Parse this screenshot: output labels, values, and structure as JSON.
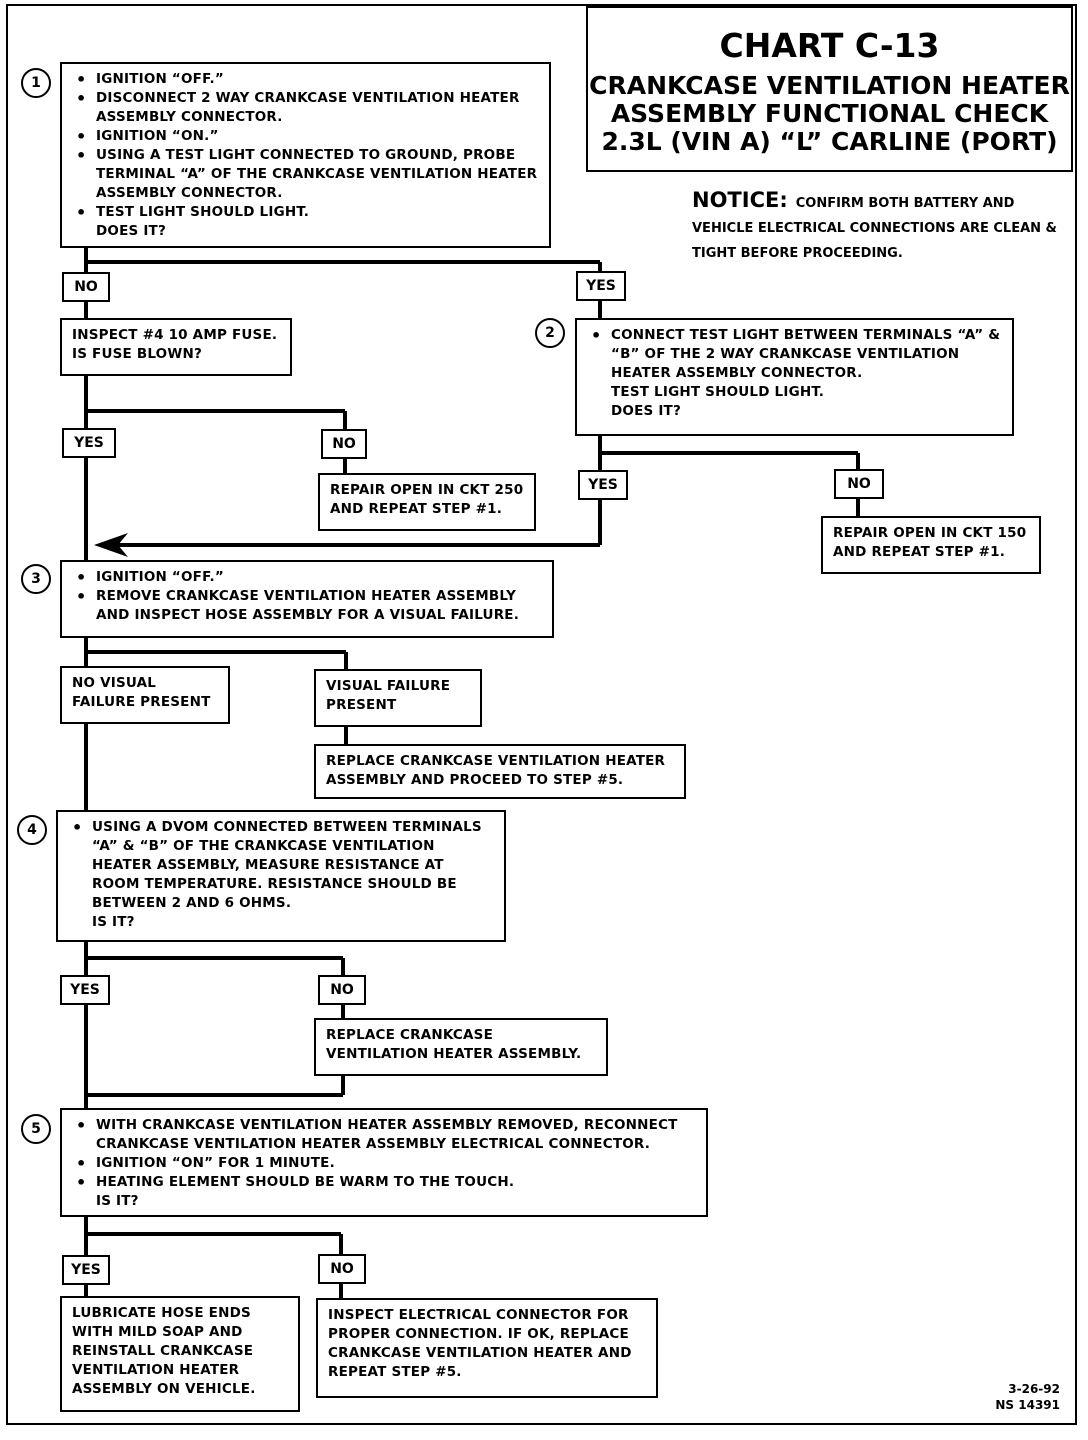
{
  "title": "CHART C-13",
  "subtitle": [
    "CRANKCASE VENTILATION HEATER",
    "ASSEMBLY  FUNCTIONAL CHECK",
    "2.3L (VIN A) “L” CARLINE (PORT)"
  ],
  "notice": {
    "heading": "NOTICE:",
    "text": "CONFIRM BOTH BATTERY AND VEHICLE ELECTRICAL CONNECTIONS ARE CLEAN & TIGHT BEFORE PROCEEDING."
  },
  "steps": {
    "s1": {
      "number": "1",
      "items": [
        "IGNITION “OFF.”",
        "DISCONNECT 2 WAY CRANKCASE VENTILATION HEATER ASSEMBLY CONNECTOR.",
        "IGNITION “ON.”",
        "USING A TEST LIGHT CONNECTED TO GROUND, PROBE TERMINAL “A” OF THE CRANKCASE VENTILATION HEATER ASSEMBLY CONNECTOR.",
        "TEST LIGHT SHOULD LIGHT."
      ],
      "question": "DOES IT?"
    },
    "s2": {
      "number": "2",
      "items": [
        "CONNECT TEST LIGHT BETWEEN TERMINALS “A” & “B” OF THE 2 WAY CRANKCASE VENTILATION HEATER ASSEMBLY CONNECTOR."
      ],
      "lines": [
        "TEST LIGHT SHOULD LIGHT.",
        "DOES IT?"
      ]
    },
    "s3": {
      "number": "3",
      "items": [
        "IGNITION “OFF.”",
        "REMOVE CRANKCASE VENTILATION HEATER ASSEMBLY AND INSPECT HOSE ASSEMBLY FOR A VISUAL FAILURE."
      ]
    },
    "s4": {
      "number": "4",
      "items": [
        "USING A DVOM CONNECTED BETWEEN TERMINALS “A” & “B” OF THE CRANKCASE VENTILATION HEATER ASSEMBLY, MEASURE RESISTANCE AT ROOM TEMPERATURE.  RESISTANCE SHOULD BE BETWEEN 2 AND 6 OHMS."
      ],
      "question": "IS IT?"
    },
    "s5": {
      "number": "5",
      "items": [
        "WITH CRANKCASE VENTILATION HEATER ASSEMBLY REMOVED, RECONNECT CRANKCASE VENTILATION HEATER ASSEMBLY ELECTRICAL CONNECTOR.",
        "IGNITION “ON” FOR 1 MINUTE.",
        "HEATING ELEMENT SHOULD BE WARM TO THE TOUCH."
      ],
      "question": "IS IT?"
    }
  },
  "labels": {
    "yes": "YES",
    "no": "NO"
  },
  "results": {
    "inspect_fuse": [
      "INSPECT #4 10 AMP FUSE.",
      "IS FUSE BLOWN?"
    ],
    "repair_250": [
      "REPAIR OPEN IN CKT 250",
      "AND REPEAT STEP #1."
    ],
    "repair_150": [
      "REPAIR OPEN IN CKT 150",
      "AND REPEAT STEP #1."
    ],
    "no_visual": [
      "NO VISUAL",
      "FAILURE PRESENT"
    ],
    "visual_failure": [
      "VISUAL FAILURE",
      "PRESENT"
    ],
    "replace_proceed": [
      "REPLACE CRANKCASE VENTILATION HEATER",
      "ASSEMBLY AND PROCEED TO STEP #5."
    ],
    "replace_assembly": [
      "REPLACE CRANKCASE",
      "VENTILATION HEATER ASSEMBLY."
    ],
    "lubricate": [
      "LUBRICATE HOSE ENDS",
      "WITH MILD SOAP AND",
      "REINSTALL CRANKCASE",
      "VENTILATION HEATER",
      "ASSEMBLY ON VEHICLE."
    ],
    "inspect_connector": [
      "INSPECT ELECTRICAL CONNECTOR FOR",
      "PROPER CONNECTION.  IF OK, REPLACE",
      "CRANKCASE VENTILATION HEATER AND",
      "REPEAT STEP #5."
    ]
  },
  "footer": {
    "date": "3-26-92",
    "code": "NS 14391"
  }
}
